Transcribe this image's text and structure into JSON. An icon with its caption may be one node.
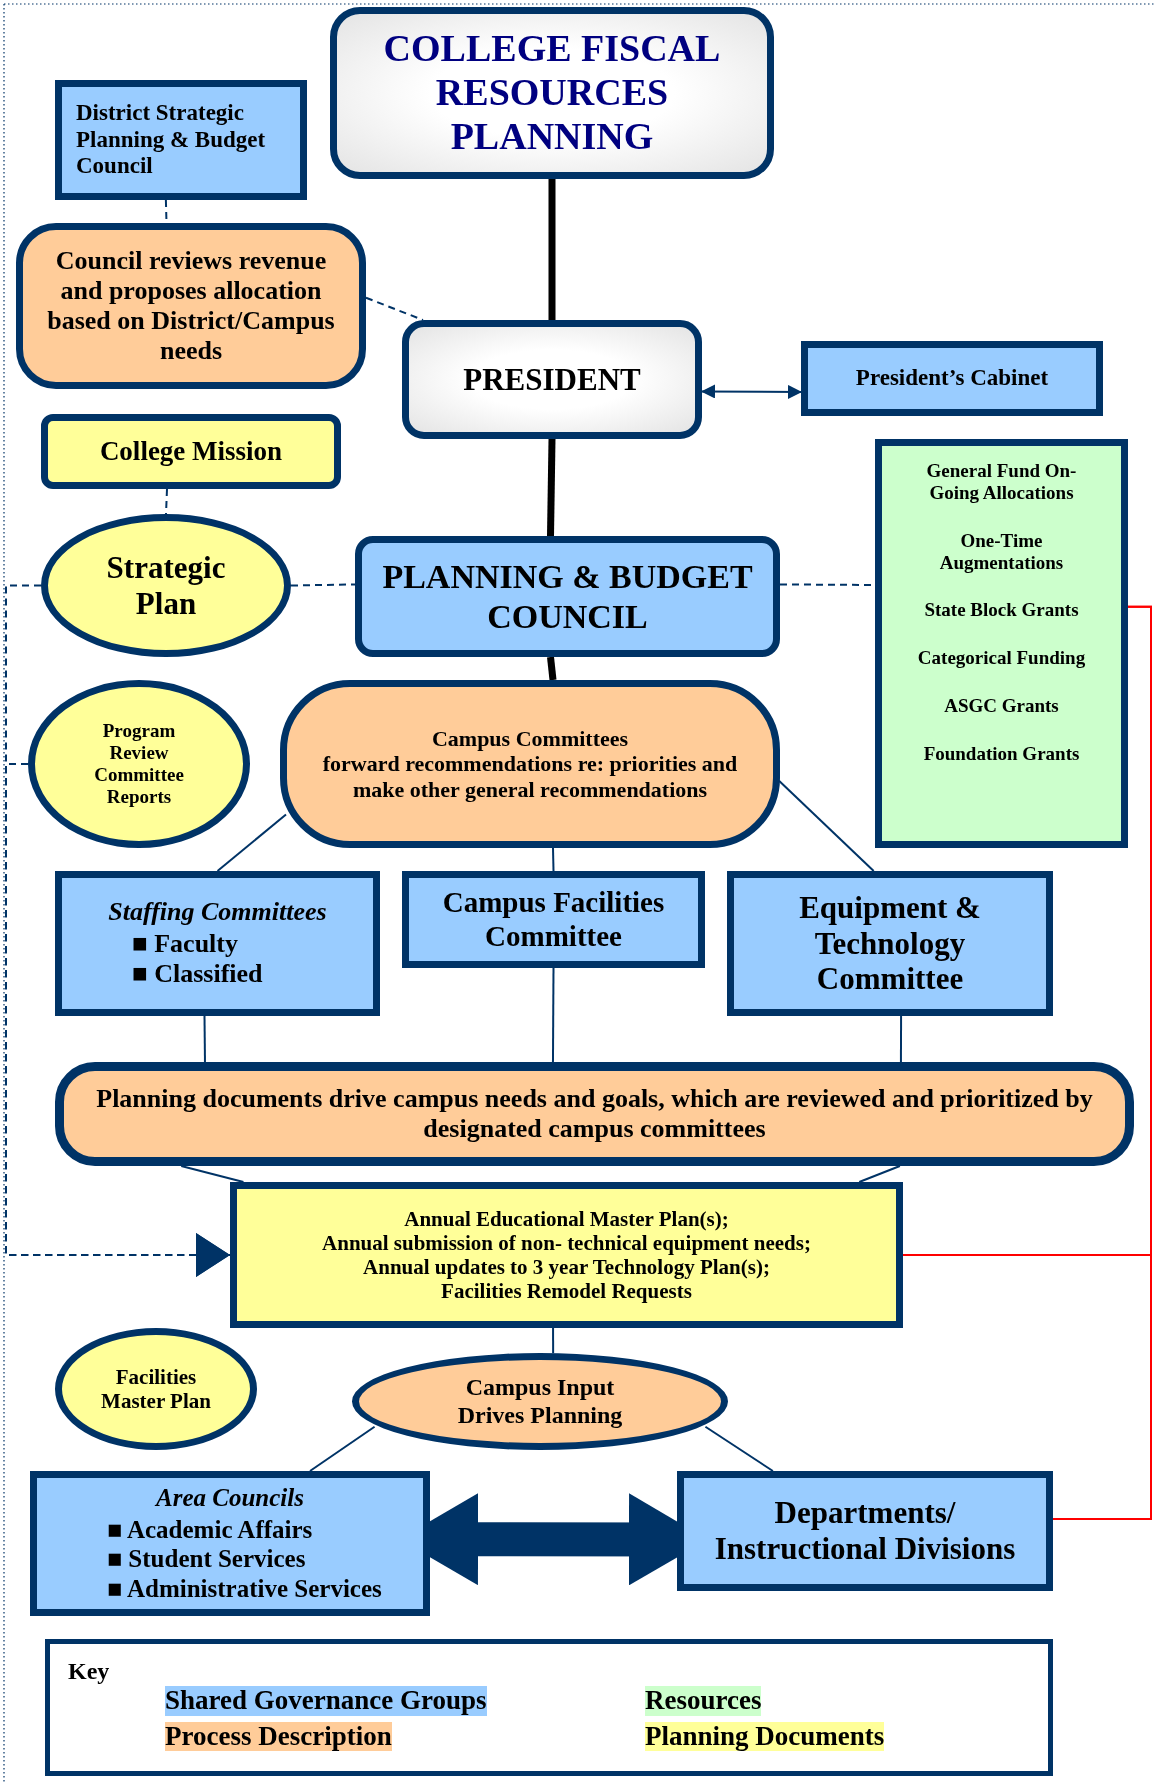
{
  "diagram": {
    "nodes": [
      {
        "text": [
          "COLLEGE FISCAL RESOURCES PLANNING"
        ]
      },
      {
        "text": [
          "District Strategic Planning & Budget Council"
        ]
      },
      {
        "text": [
          "Council reviews revenue and proposes allocation based on District/Campus needs"
        ]
      },
      {
        "text": [
          "PRESIDENT"
        ]
      },
      {
        "text": [
          "President’s Cabinet"
        ]
      },
      {
        "text": [
          "College Mission"
        ]
      },
      {
        "text": [
          "Strategic Plan"
        ]
      },
      {
        "text": [
          "PLANNING & BUDGET COUNCIL"
        ]
      },
      {
        "text": [
          "General Fund On-Going Allocations",
          "One-Time Augmentations",
          "State Block Grants",
          "Categorical Funding",
          "ASGC Grants",
          "Foundation Grants"
        ]
      },
      {
        "text": [
          "Program Review Committee Reports"
        ]
      },
      {
        "text": [
          "Campus Committees",
          "forward recommendations re: priorities and make other general recommendations"
        ]
      },
      {
        "text": [
          "Staffing Committees",
          "■ Faculty",
          "■ Classified"
        ]
      },
      {
        "text": [
          "Campus Facilities Committee"
        ]
      },
      {
        "text": [
          "Equipment & Technology Committee"
        ]
      },
      {
        "text": [
          "Planning documents drive campus needs and goals, which are reviewed and prioritized by designated campus committees"
        ]
      },
      {
        "text": [
          "Annual Educational Master Plan(s);",
          "Annual submission of non- technical equipment needs;",
          "Annual updates to 3 year Technology Plan(s);",
          "Facilities Remodel Requests"
        ]
      },
      {
        "text": [
          "Facilities Master Plan"
        ]
      },
      {
        "text": [
          "Campus Input Drives Planning"
        ]
      },
      {
        "text": [
          "Area Councils",
          "■ Academic Affairs",
          "■ Student Services",
          "■ Administrative Services"
        ]
      },
      {
        "text": [
          "Departments/ Instructional Divisions"
        ]
      }
    ],
    "edges": [
      {
        "from": 0,
        "to": 3,
        "arrow": "none",
        "style": "thick",
        "color": "#000000"
      },
      {
        "from": 3,
        "to": 7,
        "arrow": "none",
        "style": "thick",
        "color": "#000000"
      },
      {
        "from": 7,
        "to": 10,
        "arrow": "none",
        "style": "thick",
        "color": "#000000"
      },
      {
        "from": 3,
        "to": 4,
        "arrow": "both"
      },
      {
        "from": 1,
        "to": 2,
        "arrow": "none",
        "style": "dashed"
      },
      {
        "from": 2,
        "to": 3,
        "arrow": "none",
        "style": "dashed"
      },
      {
        "from": 5,
        "to": 6,
        "arrow": "none",
        "style": "dashed"
      },
      {
        "from": 6,
        "to": 7,
        "arrow": "none",
        "style": "dashed"
      },
      {
        "from": 7,
        "to": 8,
        "arrow": "none",
        "style": "dashed"
      },
      {
        "from": 6,
        "to": 15,
        "arrow": "to",
        "style": "dashed"
      },
      {
        "from": 9,
        "to": 15,
        "arrow": "to",
        "style": "dashed"
      },
      {
        "from": 10,
        "to": 11,
        "arrow": "none"
      },
      {
        "from": 10,
        "to": 12,
        "arrow": "none"
      },
      {
        "from": 10,
        "to": 13,
        "arrow": "none"
      },
      {
        "from": 11,
        "to": 14,
        "arrow": "none"
      },
      {
        "from": 12,
        "to": 14,
        "arrow": "none"
      },
      {
        "from": 13,
        "to": 14,
        "arrow": "none"
      },
      {
        "from": 14,
        "to": 15,
        "arrow": "none"
      },
      {
        "from": 14,
        "to": 15,
        "arrow": "none"
      },
      {
        "from": 15,
        "to": 17,
        "arrow": "none"
      },
      {
        "from": 17,
        "to": 18,
        "arrow": "none"
      },
      {
        "from": 17,
        "to": 19,
        "arrow": "none"
      },
      {
        "from": 18,
        "to": 19,
        "arrow": "both",
        "style": "thick"
      },
      {
        "from": 8,
        "to": 15,
        "arrow": "none",
        "color": "#ff0000"
      },
      {
        "from": 8,
        "to": 19,
        "arrow": "none",
        "color": "#ff0000"
      }
    ],
    "labels": [
      "Key"
    ],
    "legend": [
      {
        "text": "Shared Governance Groups",
        "color": "#99ccff"
      },
      {
        "text": "Process Description",
        "color": "#ffcc99"
      },
      {
        "text": "Resources",
        "color": "#ccffcc"
      },
      {
        "text": "Planning Documents",
        "color": "#ffff99"
      }
    ]
  }
}
